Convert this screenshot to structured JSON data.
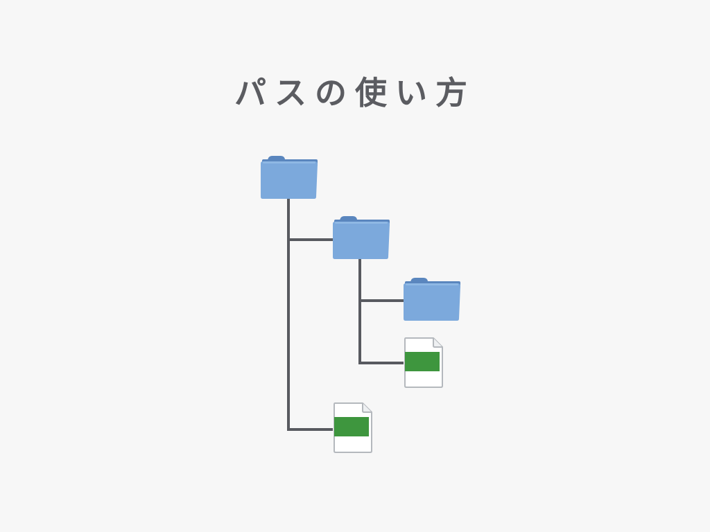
{
  "title": "パスの使い方",
  "colors": {
    "background": "#f7f7f7",
    "title_text": "#5b5c61",
    "folder_body": "#7ca9dc",
    "folder_tab": "#5a86be",
    "folder_edge": "#6d9ad0",
    "file_paper": "#ffffff",
    "file_outline": "#b4b8bd",
    "file_label": "#3e963e",
    "connector": "#585a60"
  },
  "tree": {
    "root": {
      "type": "folder-icon",
      "children": [
        "folder-level-2",
        "file-level-2"
      ]
    },
    "folder-level-2": {
      "type": "folder-icon",
      "children": [
        "folder-level-3",
        "file-level-3"
      ]
    },
    "folder-level-3": {
      "type": "folder-icon",
      "children": []
    },
    "file-level-3": {
      "type": "file-icon"
    },
    "file-level-2": {
      "type": "file-icon"
    }
  }
}
